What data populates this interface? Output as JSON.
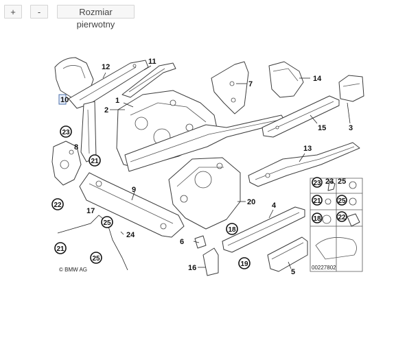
{
  "toolbar": {
    "zoom_in_label": "+",
    "zoom_out_label": "-",
    "original_size_label": "Rozmiar pierwotny"
  },
  "diagram": {
    "labels": [
      "1",
      "2",
      "3",
      "4",
      "5",
      "6",
      "7",
      "8",
      "9",
      "10",
      "11",
      "12",
      "13",
      "14",
      "15",
      "16",
      "17",
      "20",
      "22",
      "23",
      "24",
      "25"
    ],
    "circled_labels": [
      "23",
      "21",
      "22",
      "25",
      "21",
      "25",
      "18",
      "19",
      "23",
      "21",
      "22",
      "18",
      "25"
    ],
    "copyright": "© BMW AG",
    "image_number": "00227802"
  }
}
